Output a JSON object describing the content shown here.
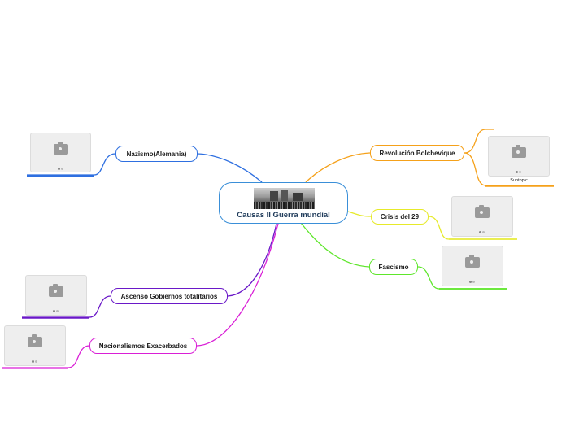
{
  "central": {
    "title": "Causas II Guerra mundial",
    "image": "bombed-city-photo"
  },
  "topics": [
    {
      "key": "nazismo",
      "label": "Nazismo(Alemania)",
      "color": "#2e6fe0"
    },
    {
      "key": "revolucion",
      "label": "Revolución Bolchevique",
      "color": "#f5a11a"
    },
    {
      "key": "crisis",
      "label": "Crisis del 29",
      "color": "#e6ea2a"
    },
    {
      "key": "fascismo",
      "label": "Fascismo",
      "color": "#5ee62b"
    },
    {
      "key": "ascenso",
      "label": "Ascenso Gobiernos totalitarios",
      "color": "#6a18c8"
    },
    {
      "key": "nacionalismos",
      "label": "Nacionalismos Exacerbados",
      "color": "#d91fd6"
    }
  ],
  "subtopic_label": "Subtopic",
  "icons": {
    "placeholder": "camera-icon"
  }
}
